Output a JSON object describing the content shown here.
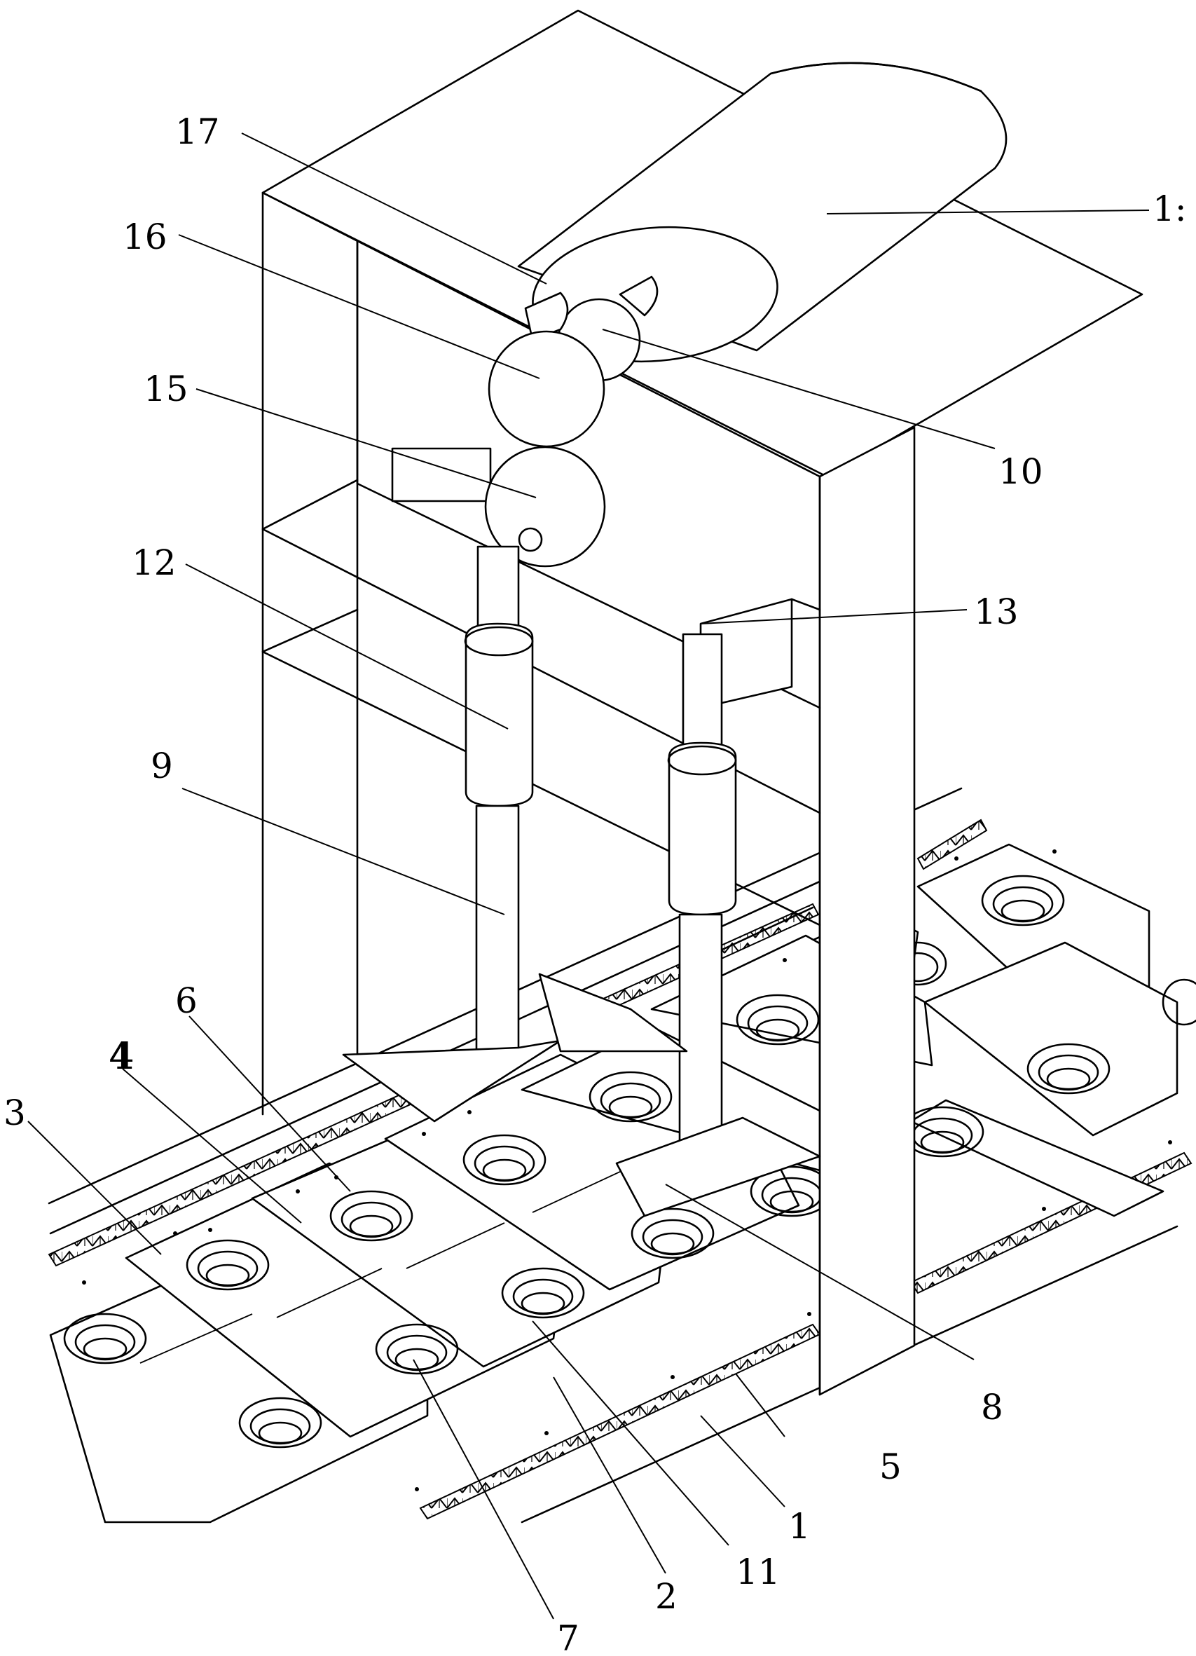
{
  "figure": {
    "labels": {
      "l1": "1",
      "l2": "2",
      "l3": "3",
      "l4": "4",
      "l5": "5",
      "l6": "6",
      "l7": "7",
      "l8": "8",
      "l9": "9",
      "l10": "10",
      "l11": "11",
      "l12": "12",
      "l13": "13",
      "l14": "1:",
      "l15": "15",
      "l16": "16",
      "l17": "17"
    }
  }
}
